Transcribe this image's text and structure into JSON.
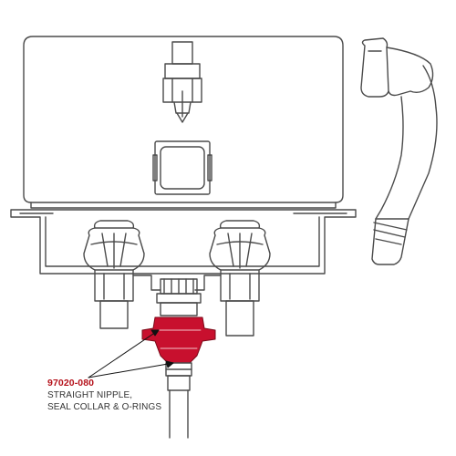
{
  "callout": {
    "part_number": "97020-080",
    "description_line1": "STRAIGHT NIPPLE,",
    "description_line2": "SEAL COLLAR & O-RINGS"
  },
  "colors": {
    "highlight": "#c8102e",
    "outline": "#4a4a4a",
    "leader": "#111111",
    "part_number_text": "#b5121b"
  },
  "icons": {
    "faucet_handle_left": "faucet-handle-icon",
    "faucet_handle_right": "faucet-handle-icon",
    "hand_shower": "hand-shower-icon"
  }
}
